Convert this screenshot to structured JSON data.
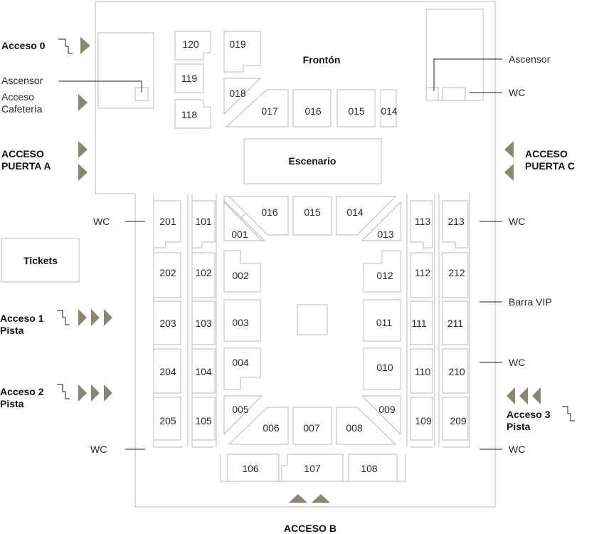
{
  "venue": {
    "fronton": "Frontón",
    "escenario": "Escenario"
  },
  "boxes": {
    "b120": "120",
    "b119": "119",
    "b118": "118",
    "b019": "019",
    "b018": "018",
    "b017": "017",
    "b016t": "016",
    "b015t": "015",
    "b014t": "014",
    "b201": "201",
    "b202": "202",
    "b203": "203",
    "b204": "204",
    "b205": "205",
    "b101": "101",
    "b102": "102",
    "b103": "103",
    "b104": "104",
    "b105": "105",
    "b001": "001",
    "b002": "002",
    "b003": "003",
    "b004": "004",
    "b005": "005",
    "b016": "016",
    "b015": "015",
    "b014": "014",
    "b013": "013",
    "b012": "012",
    "b011": "011",
    "b010": "010",
    "b009": "009",
    "b006": "006",
    "b007": "007",
    "b008": "008",
    "b113": "113",
    "b112": "112",
    "b111": "111",
    "b110": "110",
    "b109": "109",
    "b213": "213",
    "b212": "212",
    "b211": "211",
    "b210": "210",
    "b209": "209",
    "b106": "106",
    "b107": "107",
    "b108": "108"
  },
  "labels": {
    "acceso0": "Acceso 0",
    "ascensorLeft": "Ascensor",
    "accesoCafeteria": [
      "Acceso",
      "Cafetería"
    ],
    "accesoPuertaA": [
      "ACCESO",
      "PUERTA A"
    ],
    "tickets": "Tickets",
    "acceso1": [
      "Acceso 1",
      "Pista"
    ],
    "acceso2": [
      "Acceso 2",
      "Pista"
    ],
    "ascensorRight": "Ascensor",
    "wc": "WC",
    "accesoPuertaC": [
      "ACCESO",
      "PUERTA C"
    ],
    "barraVip": "Barra VIP",
    "acceso3": [
      "Acceso 3",
      "Pista"
    ],
    "accesoB": "ACCESO B"
  },
  "colors": {
    "arrow": "#8b8672",
    "outline": "#b8b8b2",
    "line": "#1c1c1c"
  },
  "icons": {
    "stairs": "stairs-icon",
    "arrow": "entry-arrow-icon"
  }
}
